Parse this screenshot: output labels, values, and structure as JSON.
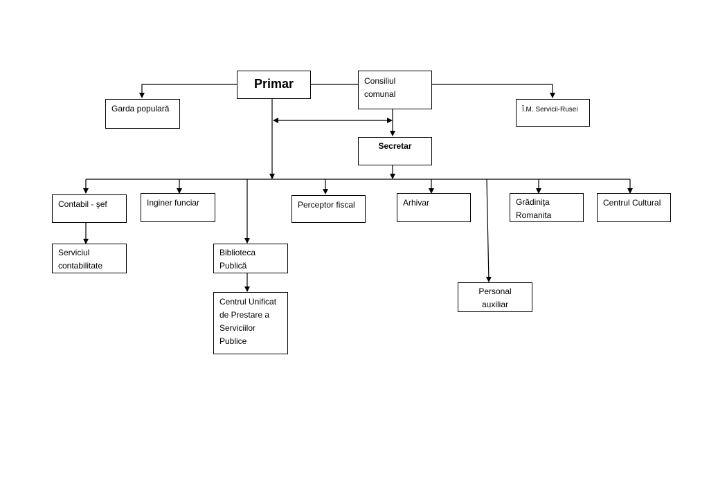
{
  "nodes": {
    "primar": "Primar",
    "consiliu_l1": "Consiliul",
    "consiliu_l2": "comunal",
    "garda": "Garda populară",
    "im_servicii": "Î.M. Servicii-Rusei",
    "secretar": "Secretar",
    "contabil": "Contabil - şef",
    "inginer": "Inginer funciar",
    "perceptor": "Perceptor fiscal",
    "arhivar": "Arhivar",
    "gradinita_l1": "Grădiniţa",
    "gradinita_l2": "Romanita",
    "centrul_cultural": "Centrul Cultural",
    "serviciul_l1": "Serviciul",
    "serviciul_l2": "contabilitate",
    "biblioteca_l1": "Biblioteca",
    "biblioteca_l2": "Publică",
    "cupsp_l1": "Centrul Unificat",
    "cupsp_l2": "de Prestare a",
    "cupsp_l3": "Serviciilor",
    "cupsp_l4": "Publice",
    "personal_l1": "Personal",
    "personal_l2": "auxiliar"
  }
}
